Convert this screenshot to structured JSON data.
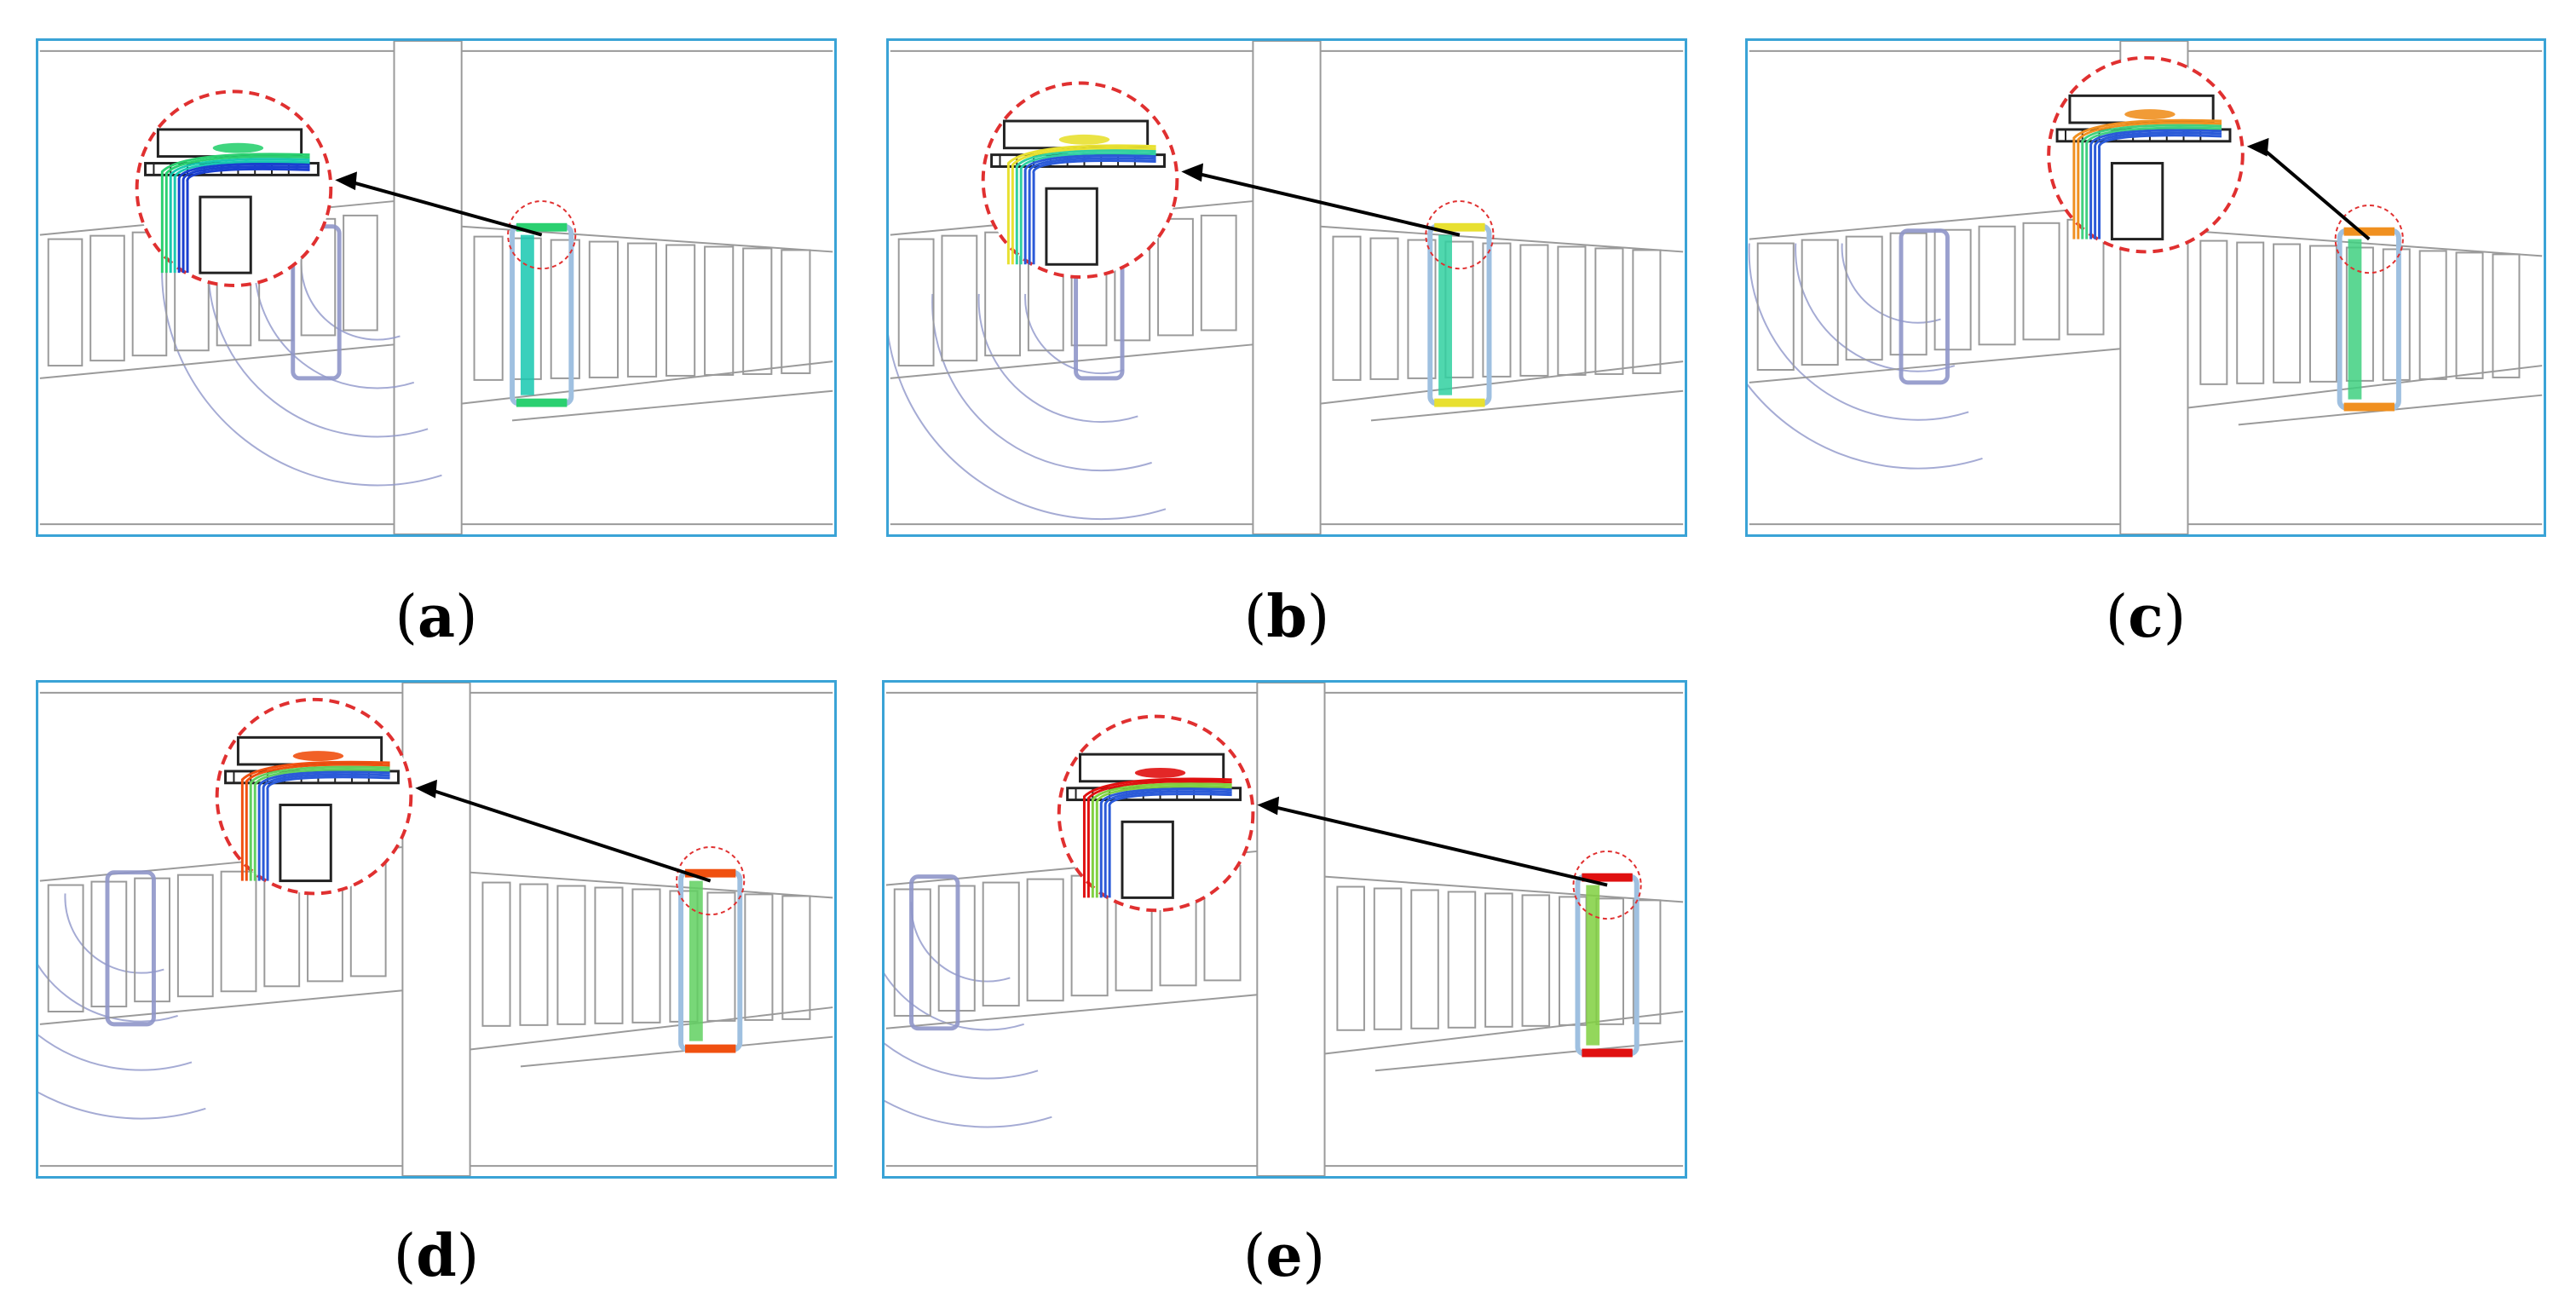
{
  "panels": [
    {
      "id": "a",
      "label": "a",
      "hotspot": "blue-green"
    },
    {
      "id": "b",
      "label": "b",
      "hotspot": "yellow"
    },
    {
      "id": "c",
      "label": "c",
      "hotspot": "orange"
    },
    {
      "id": "d",
      "label": "d",
      "hotspot": "orange-red"
    },
    {
      "id": "e",
      "label": "e",
      "hotspot": "red"
    }
  ],
  "colors": {
    "frame_border": "#3aa3d6",
    "structure_line": "#9a9a9a",
    "field_line": "#8f96c9",
    "zoom_circle": "#e03030",
    "arrow": "#000000"
  }
}
